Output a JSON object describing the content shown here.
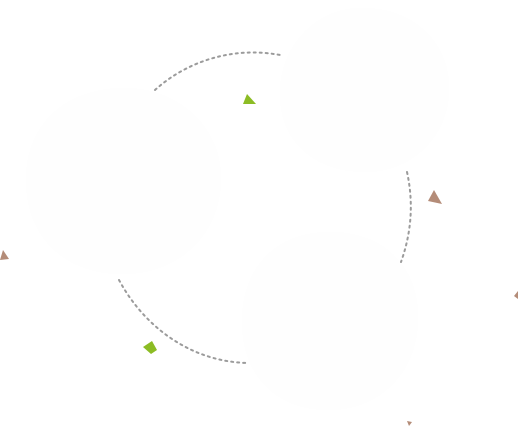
{
  "palette": {
    "background": "#ffffff",
    "blob_fill": "#fefefe",
    "arc_stroke": "#9b9b9b",
    "accent_green": "#8cbc24",
    "accent_brown": "#b48c78"
  },
  "shapes": {
    "blobs": [
      "blob-top-right",
      "blob-left",
      "blob-bottom-right"
    ],
    "arcs": [
      "arc-top",
      "arc-right",
      "arc-bottom-left"
    ],
    "markers": [
      {
        "name": "green-triangle-top",
        "color_key": "accent_green"
      },
      {
        "name": "brown-triangle-right",
        "color_key": "accent_brown"
      },
      {
        "name": "brown-triangle-left-edge",
        "color_key": "accent_brown"
      },
      {
        "name": "brown-triangle-right-edge",
        "color_key": "accent_brown"
      },
      {
        "name": "green-quad-bottom",
        "color_key": "accent_green"
      },
      {
        "name": "brown-triangle-bottom",
        "color_key": "accent_brown"
      }
    ]
  }
}
